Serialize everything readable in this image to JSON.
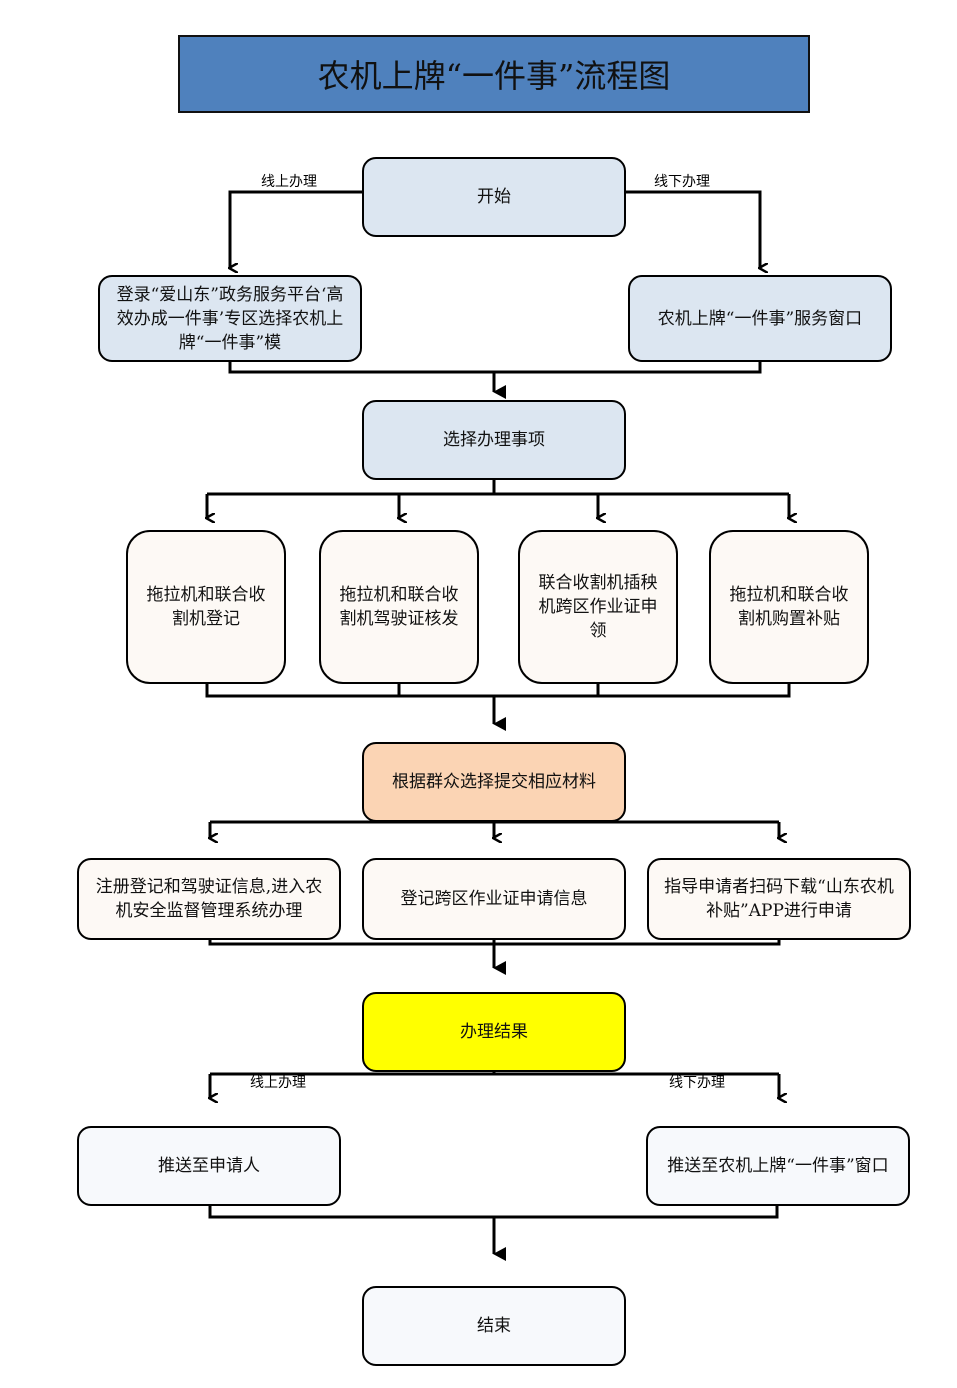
{
  "title": "农机上牌“一件事”流程图",
  "colors": {
    "title_bg": "#4f81bd",
    "blue_box": "#dce6f1",
    "item_box": "#fdf9f5",
    "materials_box": "#fbd4b4",
    "result_box": "#ffff00",
    "light_box": "#f7f9fc"
  },
  "labels": {
    "online": "线上办理",
    "offline": "线下办理"
  },
  "nodes": {
    "start": "开始",
    "online_entry": "登录“爱山东”政务服务平台‘高效办成一件事’专区选择农机上牌“一件事”模",
    "offline_entry": "农机上牌“一件事”服务窗口",
    "select_items": "选择办理事项",
    "item1": "拖拉机和联合收割机登记",
    "item2": "拖拉机和联合收割机驾驶证核发",
    "item3": "联合收割机插秧机跨区作业证申领",
    "item4": "拖拉机和联合收割机购置补贴",
    "materials": "根据群众选择提交相应材料",
    "sys1": "注册登记和驾驶证信息,进入农机安全监督管理系统办理",
    "sys2": "登记跨区作业证申请信息",
    "sys3": "指导申请者扫码下载“山东农机补贴”APP进行申请",
    "result": "办理结果",
    "push_applicant": "推送至申请人",
    "push_window": "推送至农机上牌“一件事”窗口",
    "end": "结束"
  }
}
